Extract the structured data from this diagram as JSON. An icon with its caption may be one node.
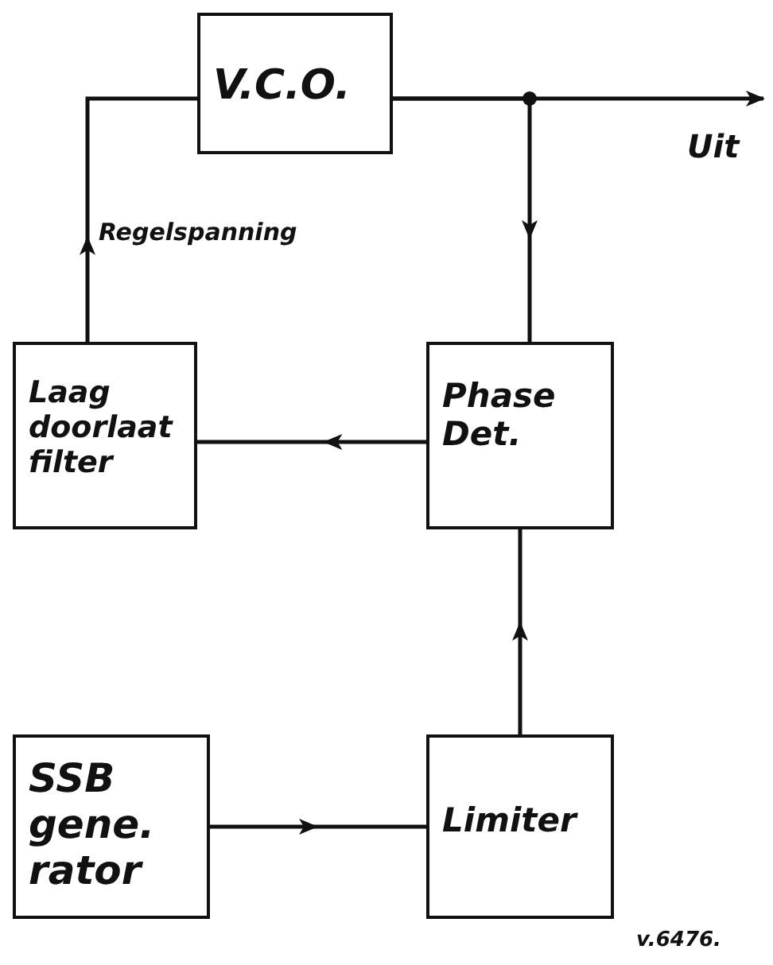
{
  "diagram": {
    "nodes": [
      {
        "text": [
          "V.C.O."
        ]
      },
      {
        "text": [
          "Laag doorlaat filter"
        ]
      },
      {
        "text": [
          "Phase Det."
        ]
      },
      {
        "text": [
          "SSB gene. rator"
        ]
      },
      {
        "text": [
          "Limiter"
        ]
      }
    ],
    "edges": [
      {
        "from": 0,
        "to": null,
        "arrow": "to",
        "label": "Uit"
      },
      {
        "from": 0,
        "to": 2,
        "arrow": "to"
      },
      {
        "from": 1,
        "to": 0,
        "arrow": "to",
        "label": "Regelspanning"
      },
      {
        "from": 2,
        "to": 1,
        "arrow": "to"
      },
      {
        "from": 3,
        "to": 4,
        "arrow": "to"
      },
      {
        "from": 4,
        "to": 2,
        "arrow": "to"
      }
    ],
    "labels": [
      "v.6476."
    ]
  }
}
